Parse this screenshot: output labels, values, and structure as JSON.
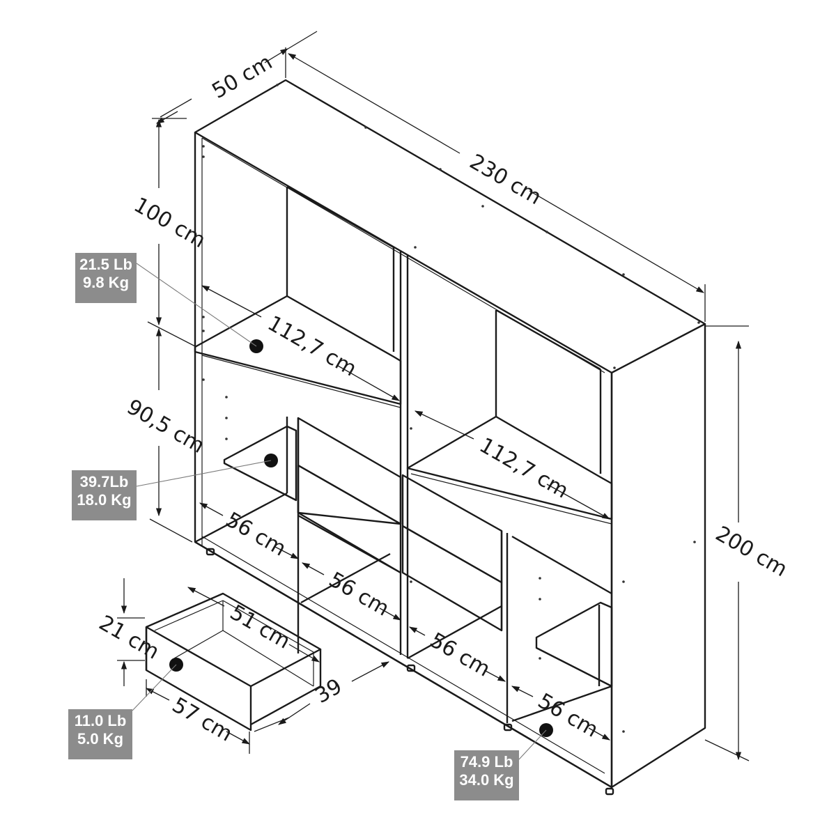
{
  "dimensions": {
    "depth": "50 cm",
    "width": "230 cm",
    "upper_height": "100 cm",
    "lower_height": "90,5 cm",
    "total_height": "200 cm",
    "upper_shelf_left": "112,7 cm",
    "upper_shelf_right": "112,7 cm",
    "bay_1": "56 cm",
    "bay_2": "56 cm",
    "bay_3": "56 cm",
    "bay_4": "56 cm",
    "drawer_width": "57 cm",
    "drawer_inner": "51 cm",
    "drawer_height": "21 cm",
    "drawer_depth": "39"
  },
  "loads": {
    "upper_shelf": {
      "lb": "21.5 Lb",
      "kg": "9.8 Kg"
    },
    "middle_shelf": {
      "lb": "39.7Lb",
      "kg": "18.0 Kg"
    },
    "drawer": {
      "lb": "11.0 Lb",
      "kg": "5.0 Kg"
    },
    "bottom": {
      "lb": "74.9 Lb",
      "kg": "34.0 Kg"
    }
  },
  "colors": {
    "badge": "#8c8c8c",
    "line": "#1a1a1a"
  }
}
